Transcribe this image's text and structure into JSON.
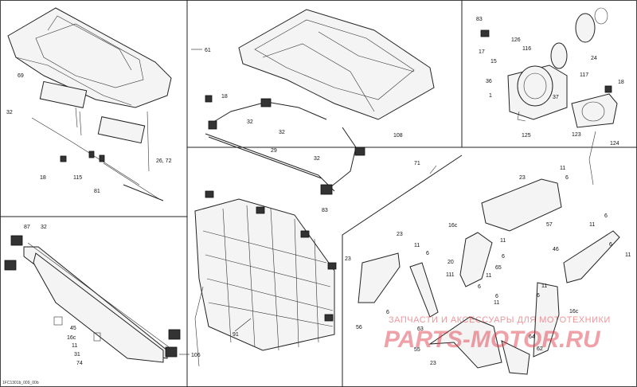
{
  "document_code": "1FC1301b_009_00b",
  "watermark": {
    "line1": "ЗАПЧАСТИ И АКСЕССУАРЫ ДЛЯ МОТОТЕХНИКИ",
    "logo": "PARTS-MOTOR.RU"
  },
  "callouts": {
    "tl_69": "69",
    "tl_32": "32",
    "tl_18": "18",
    "tl_115": "115",
    "tl_81": "81",
    "tl_2672": "26, 72",
    "c_61": "61",
    "c_18": "18",
    "c_32a": "32",
    "c_32b": "32",
    "c_29": "29",
    "c_32c": "32",
    "c_83": "83",
    "c_108": "108",
    "tr_83": "83",
    "tr_126": "126",
    "tr_116": "116",
    "tr_17": "17",
    "tr_15": "15",
    "tr_24": "24",
    "tr_36": "36",
    "tr_117": "117",
    "tr_37": "37",
    "tr_1": "1",
    "tr_18": "18",
    "tr_125": "125",
    "tr_123": "123",
    "tr_124": "124",
    "bl_87": "87",
    "bl_32": "32",
    "bl_45": "45",
    "bl_16c": "16c",
    "bl_11": "11",
    "bl_31": "31",
    "bl_74": "74",
    "bl_106": "106",
    "bc_91": "91",
    "br_71": "71",
    "br_23a": "23",
    "br_11a": "11",
    "br_6a": "6",
    "br_57": "57",
    "br_16ca": "16c",
    "br_6b": "6",
    "br_11b": "11",
    "br_11c": "11",
    "br_23b": "23",
    "br_11d": "11",
    "br_6c": "6",
    "br_20": "20",
    "br_6d": "6",
    "br_65": "65",
    "br_111": "111",
    "br_11e": "11",
    "br_6e": "6",
    "br_46": "46",
    "br_23c": "23",
    "br_11f": "11",
    "br_6f": "6",
    "br_56": "56",
    "br_6g": "6",
    "br_11g": "11",
    "br_63": "63",
    "br_6h": "6",
    "br_16cb": "16c",
    "br_55": "55",
    "br_64": "64",
    "br_62": "62",
    "br_23d": "23",
    "br_6i": "6",
    "br_11h": "11"
  }
}
